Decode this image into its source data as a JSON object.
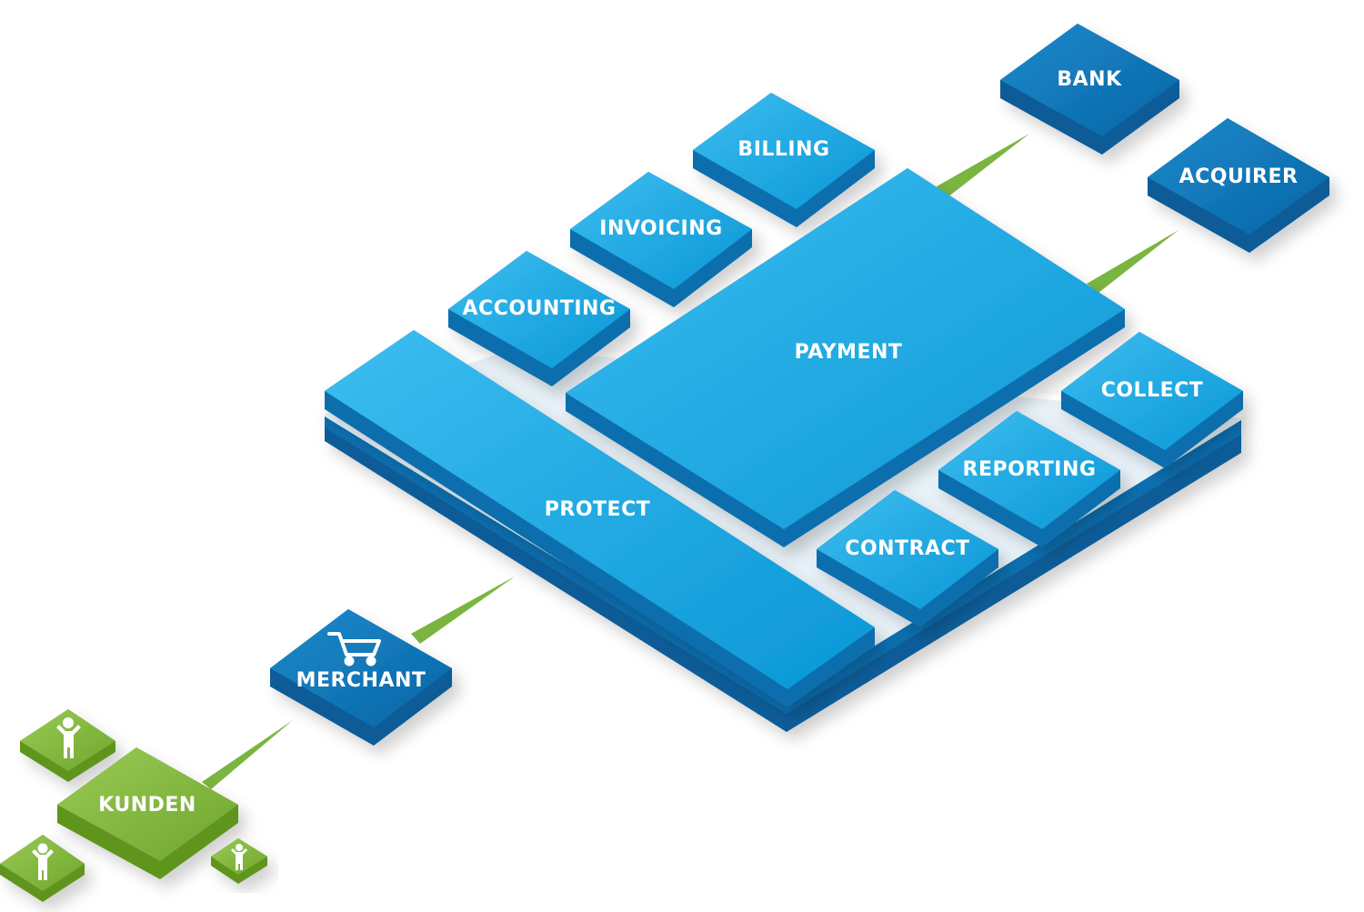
{
  "diagram": {
    "blocks": {
      "bank": "BANK",
      "acquirer": "ACQUIRER",
      "billing": "BILLING",
      "invoicing": "INVOICING",
      "accounting": "ACCOUNTING",
      "payment": "PAYMENT",
      "collect": "COLLECT",
      "reporting": "REPORTING",
      "contract": "CONTRACT",
      "protect": "PROTECT",
      "merchant": "MERCHANT",
      "kunden": "KUNDEN"
    },
    "icons": {
      "merchant": "shopping-cart-icon",
      "customers": "person-icon"
    },
    "colors": {
      "blue_light": "#3cbdf0",
      "blue_mid": "#0f9bd9",
      "blue_dark": "#0a6eae",
      "blue_side": "#0b5c98",
      "green_light": "#8cc14a",
      "green_dark": "#5e951f",
      "connector": "#7ab540"
    }
  }
}
